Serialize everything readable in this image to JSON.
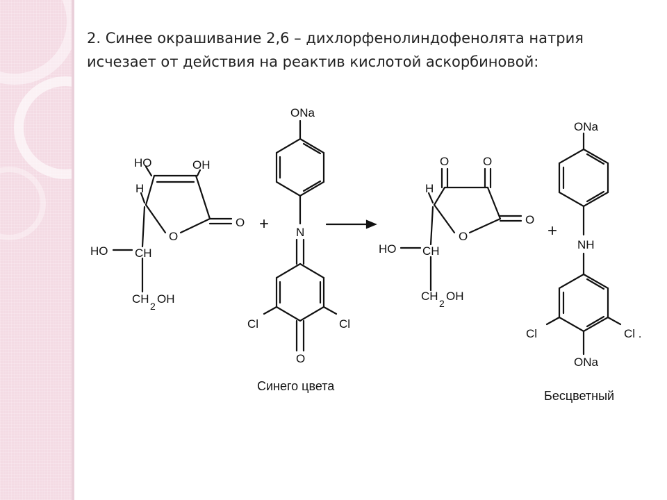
{
  "slide": {
    "line1": "2. Синее окрашивание 2,6 – дихлорфенолиндофенолята натрия",
    "line2": "исчезает от действия на реактив кислотой аскорбиновой:"
  },
  "atoms": {
    "ho": "HO",
    "oh": "OH",
    "h": "H",
    "o": "O",
    "ch": "CH",
    "ch2oh_main": "CH",
    "sub2": "2",
    "oh_tail": "OH",
    "ona": "ONa",
    "n": "N",
    "nh": "NH",
    "cl": "Cl",
    "cl_dot": "Cl .",
    "plus": "+"
  },
  "captions": {
    "blue": "Синего цвета",
    "colorless": "Бесцветный"
  },
  "colors": {
    "sidebar": "#f4dbe4",
    "ink": "#111111"
  }
}
